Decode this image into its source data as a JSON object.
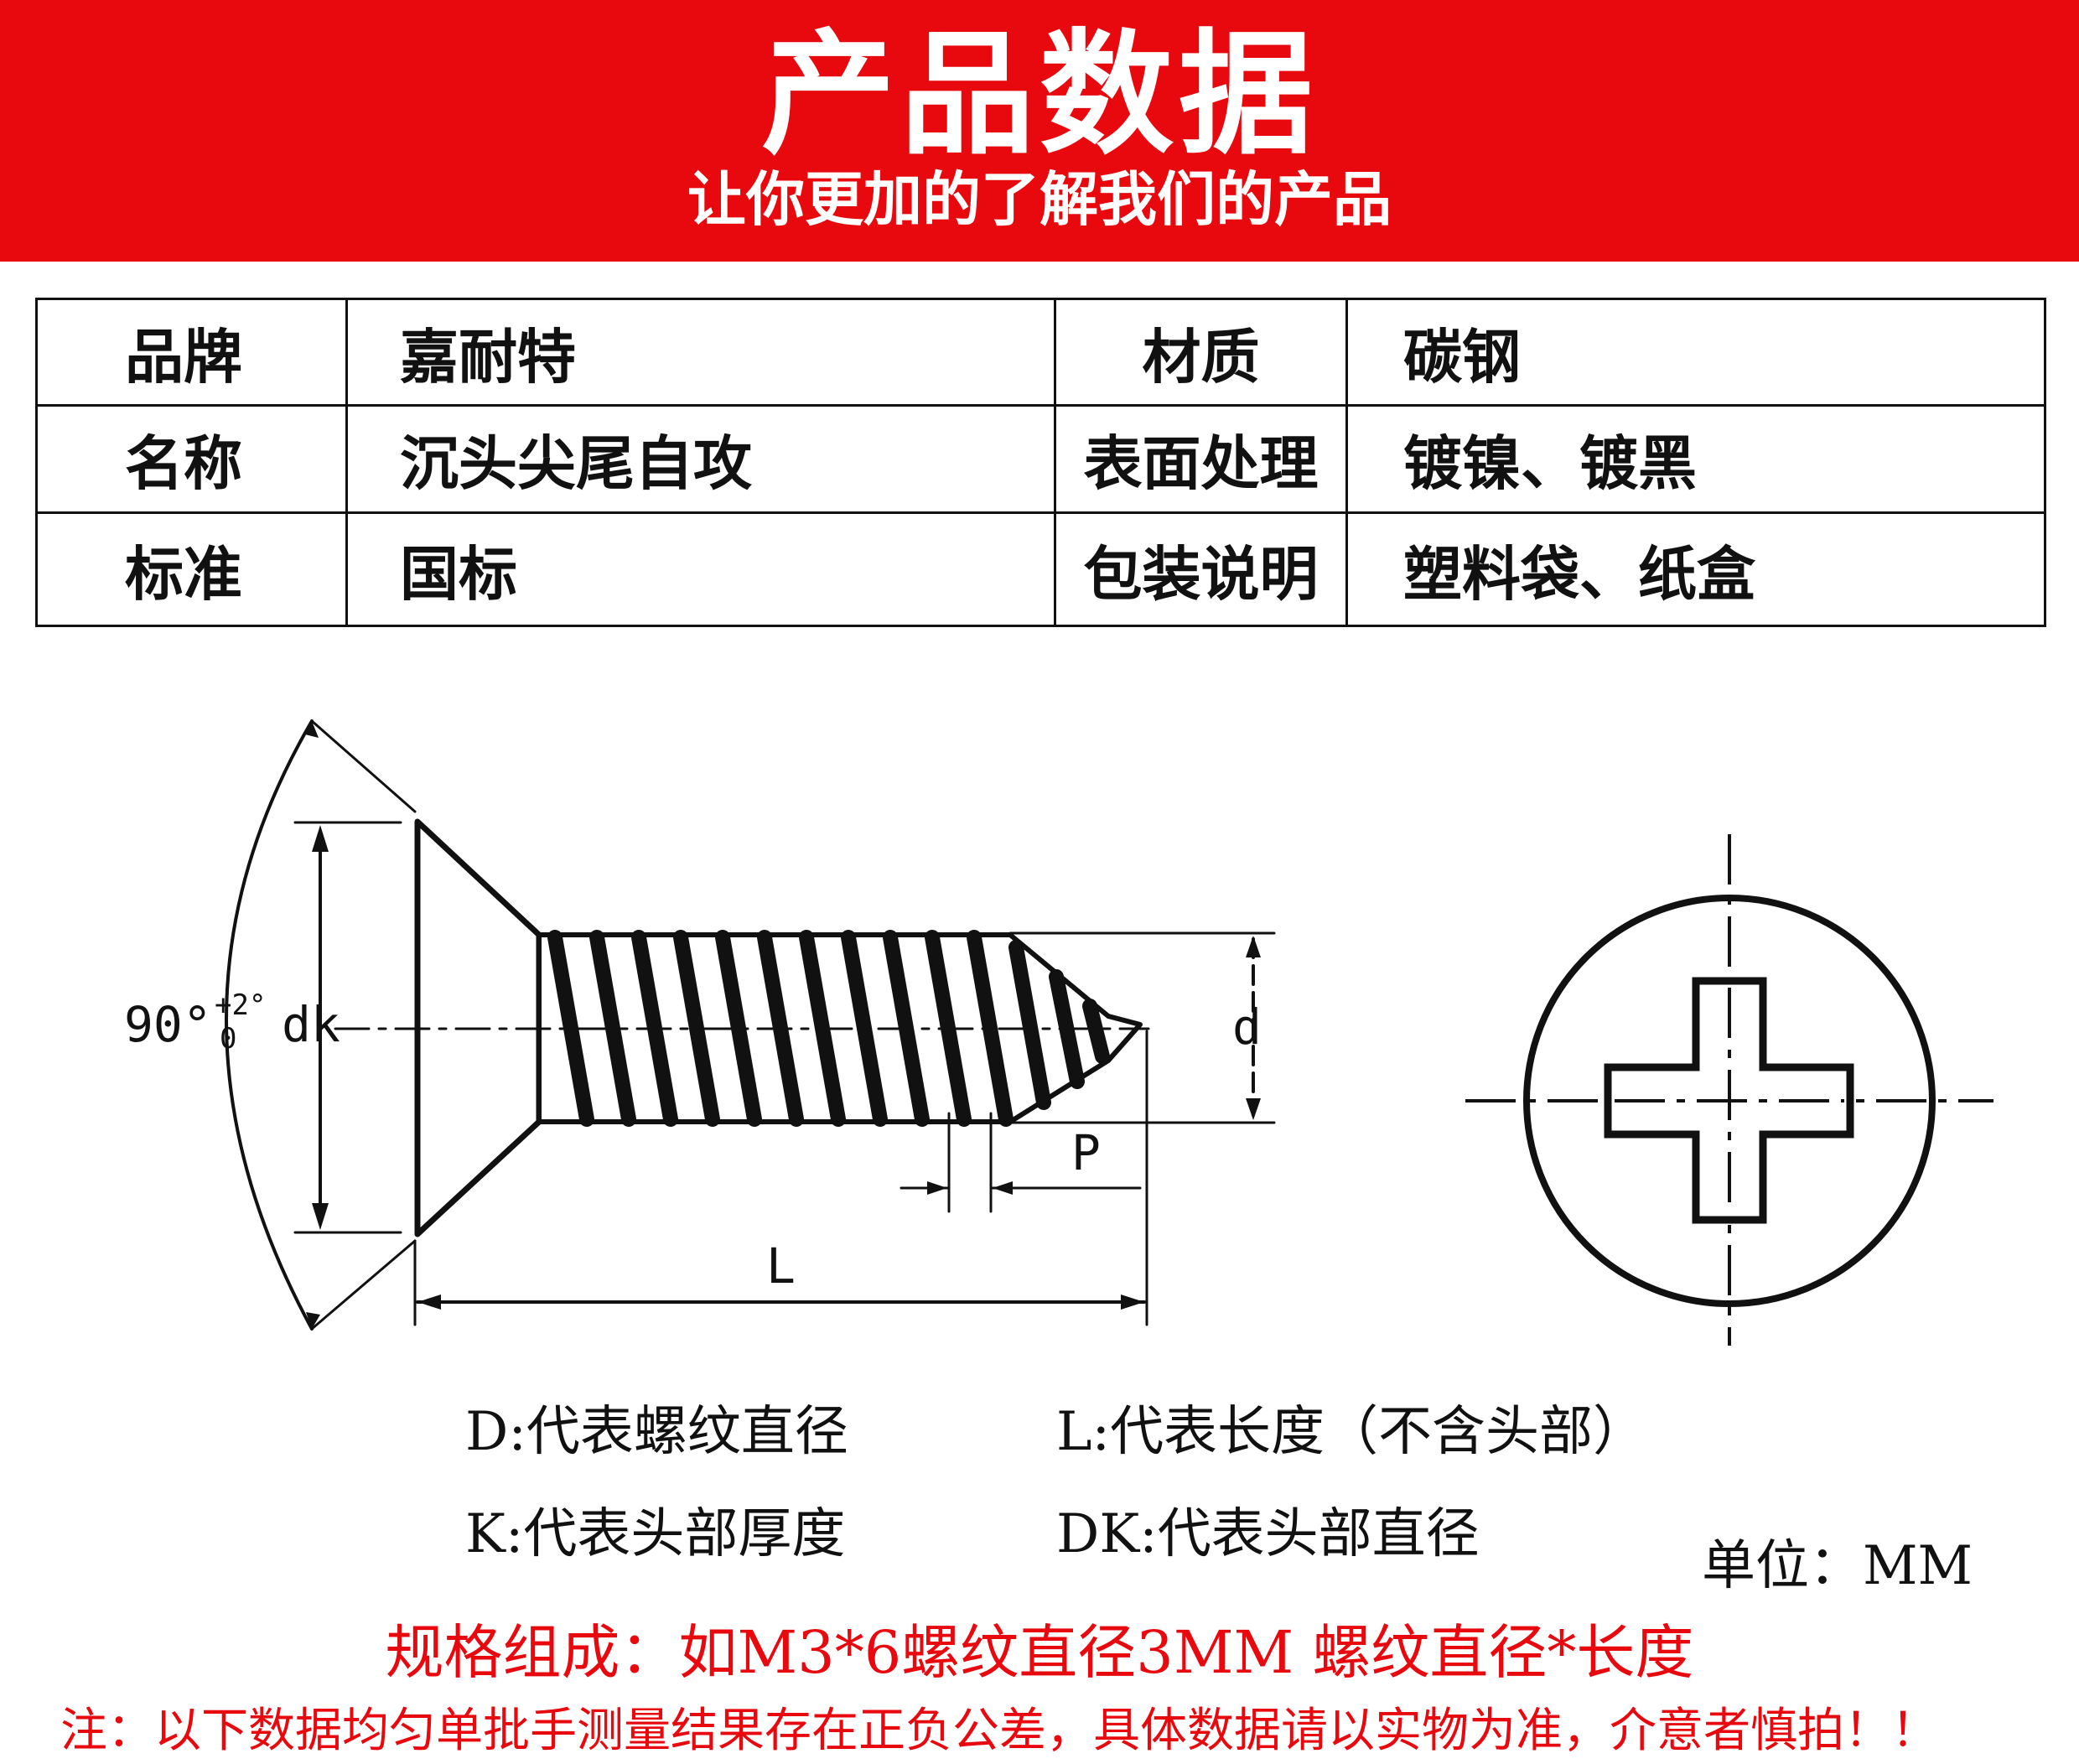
{
  "header": {
    "title": "产品数据",
    "subtitle": "让你更加的了解我们的产品",
    "background_color": "#e8090f"
  },
  "specs": {
    "rows": [
      {
        "label1": "品牌",
        "value1": "嘉耐特",
        "label2": "材质",
        "value2": "碳钢"
      },
      {
        "label1": "名称",
        "value1": "沉头尖尾自攻",
        "label2": "表面处理",
        "value2": "镀镍、镀黑"
      },
      {
        "label1": "标准",
        "value1": "国标",
        "label2": "包装说明",
        "value2": "塑料袋、纸盒"
      }
    ]
  },
  "diagram": {
    "angle_label": "90°",
    "angle_tolerance_upper": "+2°",
    "angle_tolerance_lower": "0",
    "dk_label": "dk",
    "d_label": "d",
    "p_label": "P",
    "l_label": "L"
  },
  "legend": {
    "d_desc": "D:代表螺纹直径",
    "l_desc": "L:代表长度（不含头部）",
    "k_desc": "K:代表头部厚度",
    "dk_desc": "DK:代表头部直径",
    "unit": "单位：MM"
  },
  "footer": {
    "spec_rule": "规格组成：如M3*6螺纹直径3MM  螺纹直径*长度",
    "note": "注：以下数据均匀单批手测量结果存在正负公差，具体数据请以实物为准，介意者慎拍！！",
    "accent_color": "#e8090f"
  }
}
